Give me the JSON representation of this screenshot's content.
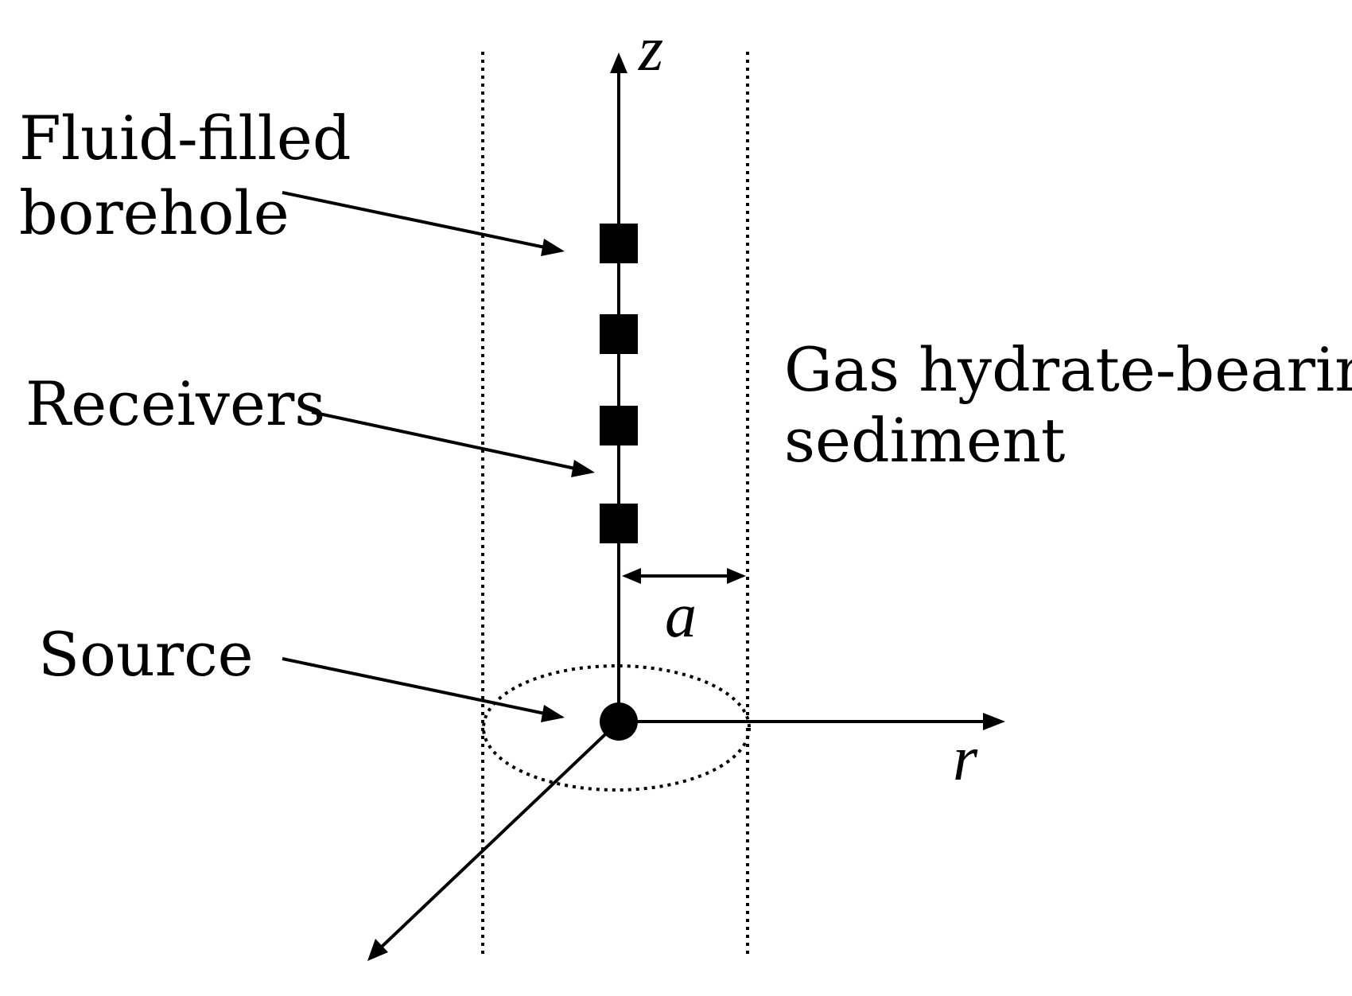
{
  "labels": {
    "borehole": [
      "Fluid-filled",
      "borehole"
    ],
    "receivers": "Receivers",
    "source": "Source",
    "sediment": [
      "Gas hydrate-bearing",
      "sediment"
    ],
    "z_axis": "z",
    "r_axis": "r",
    "radius": "a"
  },
  "receiver_count": 4
}
